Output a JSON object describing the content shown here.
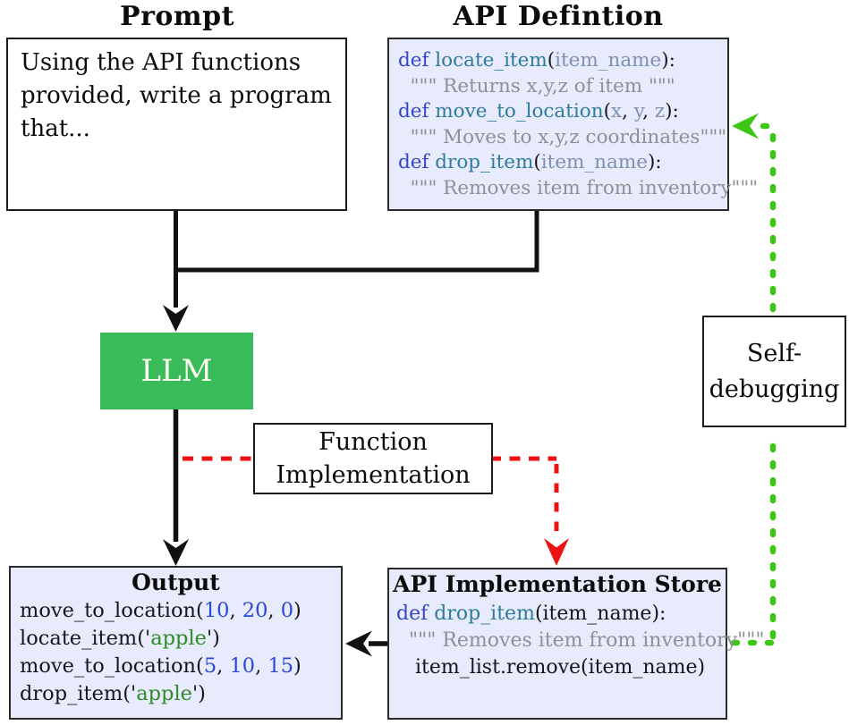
{
  "titles": {
    "prompt": "Prompt",
    "api_definition": "API Defintion"
  },
  "prompt": {
    "text": "Using the API functions provided, write a program that..."
  },
  "api_definition": {
    "code": [
      [
        {
          "t": "def ",
          "c": "kw"
        },
        {
          "t": "locate_item",
          "c": "fn"
        },
        {
          "t": "(",
          "c": "pl"
        },
        {
          "t": "item_name",
          "c": "pr"
        },
        {
          "t": "):",
          "c": "pl"
        }
      ],
      [
        {
          "t": "  \"\"\" Returns x,y,z of item \"\"\"",
          "c": "cm"
        }
      ],
      [
        {
          "t": "def ",
          "c": "kw"
        },
        {
          "t": "move_to_location",
          "c": "fn"
        },
        {
          "t": "(",
          "c": "pl"
        },
        {
          "t": "x",
          "c": "pr"
        },
        {
          "t": ", ",
          "c": "pl"
        },
        {
          "t": "y",
          "c": "pr"
        },
        {
          "t": ", ",
          "c": "pl"
        },
        {
          "t": "z",
          "c": "pr"
        },
        {
          "t": "):",
          "c": "pl"
        }
      ],
      [
        {
          "t": "  \"\"\" Moves to x,y,z coordinates\"\"\"",
          "c": "cm"
        }
      ],
      [
        {
          "t": "def ",
          "c": "kw"
        },
        {
          "t": "drop_item",
          "c": "fn"
        },
        {
          "t": "(",
          "c": "pl"
        },
        {
          "t": "item_name",
          "c": "pr"
        },
        {
          "t": "):",
          "c": "pl"
        }
      ],
      [
        {
          "t": "  \"\"\" Removes item from inventory\"\"\"",
          "c": "cm"
        }
      ]
    ]
  },
  "llm": {
    "label": "LLM"
  },
  "function_implementation": {
    "label": "Function\nImplementation"
  },
  "self_debugging": {
    "label": "Self-\ndebugging"
  },
  "output": {
    "title": "Output",
    "code": [
      [
        {
          "t": "move_to_location(",
          "c": "pl"
        },
        {
          "t": "10",
          "c": "num"
        },
        {
          "t": ", ",
          "c": "pl"
        },
        {
          "t": "20",
          "c": "num"
        },
        {
          "t": ", ",
          "c": "pl"
        },
        {
          "t": "0",
          "c": "num"
        },
        {
          "t": ")",
          "c": "pl"
        }
      ],
      [
        {
          "t": "locate_item('",
          "c": "pl"
        },
        {
          "t": "apple",
          "c": "str"
        },
        {
          "t": "')",
          "c": "pl"
        }
      ],
      [
        {
          "t": "move_to_location(",
          "c": "pl"
        },
        {
          "t": "5",
          "c": "num"
        },
        {
          "t": ", ",
          "c": "pl"
        },
        {
          "t": "10",
          "c": "num"
        },
        {
          "t": ", ",
          "c": "pl"
        },
        {
          "t": "15",
          "c": "num"
        },
        {
          "t": ")",
          "c": "pl"
        }
      ],
      [
        {
          "t": "drop_item('",
          "c": "pl"
        },
        {
          "t": "apple",
          "c": "str"
        },
        {
          "t": "')",
          "c": "pl"
        }
      ]
    ]
  },
  "api_implementation_store": {
    "title": "API Implementation Store",
    "code": [
      [
        {
          "t": "def ",
          "c": "kw"
        },
        {
          "t": "drop_item",
          "c": "fn"
        },
        {
          "t": "(item_name):",
          "c": "pl"
        }
      ],
      [
        {
          "t": "  \"\"\" Removes item from inventory\"\"\"",
          "c": "cm"
        }
      ],
      [
        {
          "t": "   item_list.remove(item_name)",
          "c": "pl"
        }
      ]
    ]
  },
  "colors": {
    "llm_box_green": "#3abb5a",
    "code_box_fill": "#e7ebfb",
    "black_arrow": "#111111",
    "red_arrow": "#ee1111",
    "green_arrow": "#3dc613",
    "code_keyword_blue": "#3345cc",
    "code_function_teal": "#2e7b9d",
    "code_param_slate": "#7e92b0",
    "code_comment_gray": "#8f9096",
    "code_number_blue": "#2b49d4",
    "code_string_green": "#2f8b27"
  }
}
